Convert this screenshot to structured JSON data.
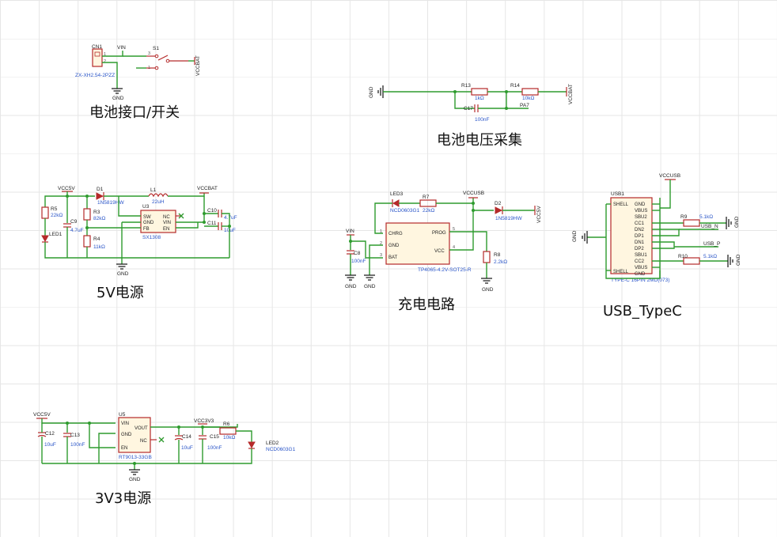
{
  "titles": {
    "battery_switch": "电池接口/开关",
    "battery_voltage": "电池电压采集",
    "power_5v": "5V电源",
    "charger": "充电电路",
    "usb_typec": "USB_TypeC",
    "power_3v3": "3V3电源"
  },
  "battery_switch": {
    "cn1": "CN1",
    "cn1_value": "ZX-XH2.54-2PZZ",
    "vin": "VIN",
    "s1": "S1",
    "vccbat": "VCCBAT",
    "gnd": "GND",
    "pin1": "1",
    "pin2": "2",
    "pin3": "3"
  },
  "battery_voltage": {
    "gnd": "GND",
    "r13": "R13",
    "r13_value": "1kΩ",
    "r14": "R14",
    "r14_value": "10kΩ",
    "c17": "C17",
    "c17_value": "100nF",
    "pa7": "PA7",
    "vccbat": "VCCBAT"
  },
  "power_5v": {
    "vcc5v": "VCC5V",
    "d1": "D1",
    "d1_value": "1N5819HW",
    "l1": "L1",
    "l1_value": "22uH",
    "vccbat": "VCCBAT",
    "r5": "R5",
    "r5_value": "22kΩ",
    "led1": "LED1",
    "c9": "C9",
    "c9_value": "4.7uF",
    "r3": "R3",
    "r3_value": "82kΩ",
    "r4": "R4",
    "r4_value": "11kΩ",
    "u3": "U3",
    "u3_value": "SX1308",
    "pin_sw": "SW",
    "pin_gnd": "GND",
    "pin_fb": "FB",
    "pin_nc": "NC",
    "pin_vin": "VIN",
    "pin_en": "EN",
    "c10": "C10",
    "c10_value": "4.7uF",
    "c11": "C11",
    "c11_value": "10uF",
    "gnd": "GND"
  },
  "charger": {
    "led3": "LED3",
    "led3_value": "NCD0603G1",
    "r7": "R7",
    "r7_value": "22kΩ",
    "vccusb": "VCCUSB",
    "d2": "D2",
    "d2_value": "1N5819HW",
    "vcc5v": "VCC5V",
    "vin": "VIN",
    "pin_chrg": "CHRG",
    "pin_gnd": "GND",
    "pin_bat": "BAT",
    "pin_prog": "PROG",
    "pin_vcc": "VCC",
    "u_value": "TP4065-4.2V-SOT25-R",
    "c8": "C8",
    "c8_value": "100nF",
    "r8": "R8",
    "r8_value": "2.2kΩ",
    "gnd": "GND"
  },
  "usb_typec": {
    "vccusb": "VCCUSB",
    "usb1": "USB1",
    "gnd": "GND",
    "left_pins": [
      "SHELL",
      "SHELL"
    ],
    "right_pins": [
      "GND",
      "VBUS",
      "SBU2",
      "CC1",
      "DN2",
      "DP1",
      "DN1",
      "DP2",
      "SBU1",
      "CC2",
      "VBUS",
      "GND"
    ],
    "r9": "R9",
    "r9_value": "5.1kΩ",
    "r10": "R10",
    "r10_value": "5.1kΩ",
    "usb_n": "USB_N",
    "usb_p": "USB_P",
    "part_value": "TYPE-C 16PIN 2MD(073)"
  },
  "power_3v3": {
    "vcc5v": "VCC5V",
    "c12": "C12",
    "c12_value": "10uF",
    "c13": "C13",
    "c13_value": "100nF",
    "u_label": "U5",
    "pin_vin": "VIN",
    "pin_gnd": "GND",
    "pin_en": "EN",
    "pin_vout": "VOUT",
    "pin_nc": "NC",
    "u_value": "RT9013-33GB",
    "vcc3v3": "VCC3V3",
    "c14": "C14",
    "c14_value": "10uF",
    "c15": "C15",
    "c15_value": "100nF",
    "r6": "R6",
    "r6_value": "10kΩ",
    "led2": "LED2",
    "led2_value": "NCD0603G1",
    "gnd": "GND"
  },
  "colors": {
    "wire": "#2e9b2e",
    "part": "#b52a2a",
    "value_text": "#2a55c8"
  }
}
